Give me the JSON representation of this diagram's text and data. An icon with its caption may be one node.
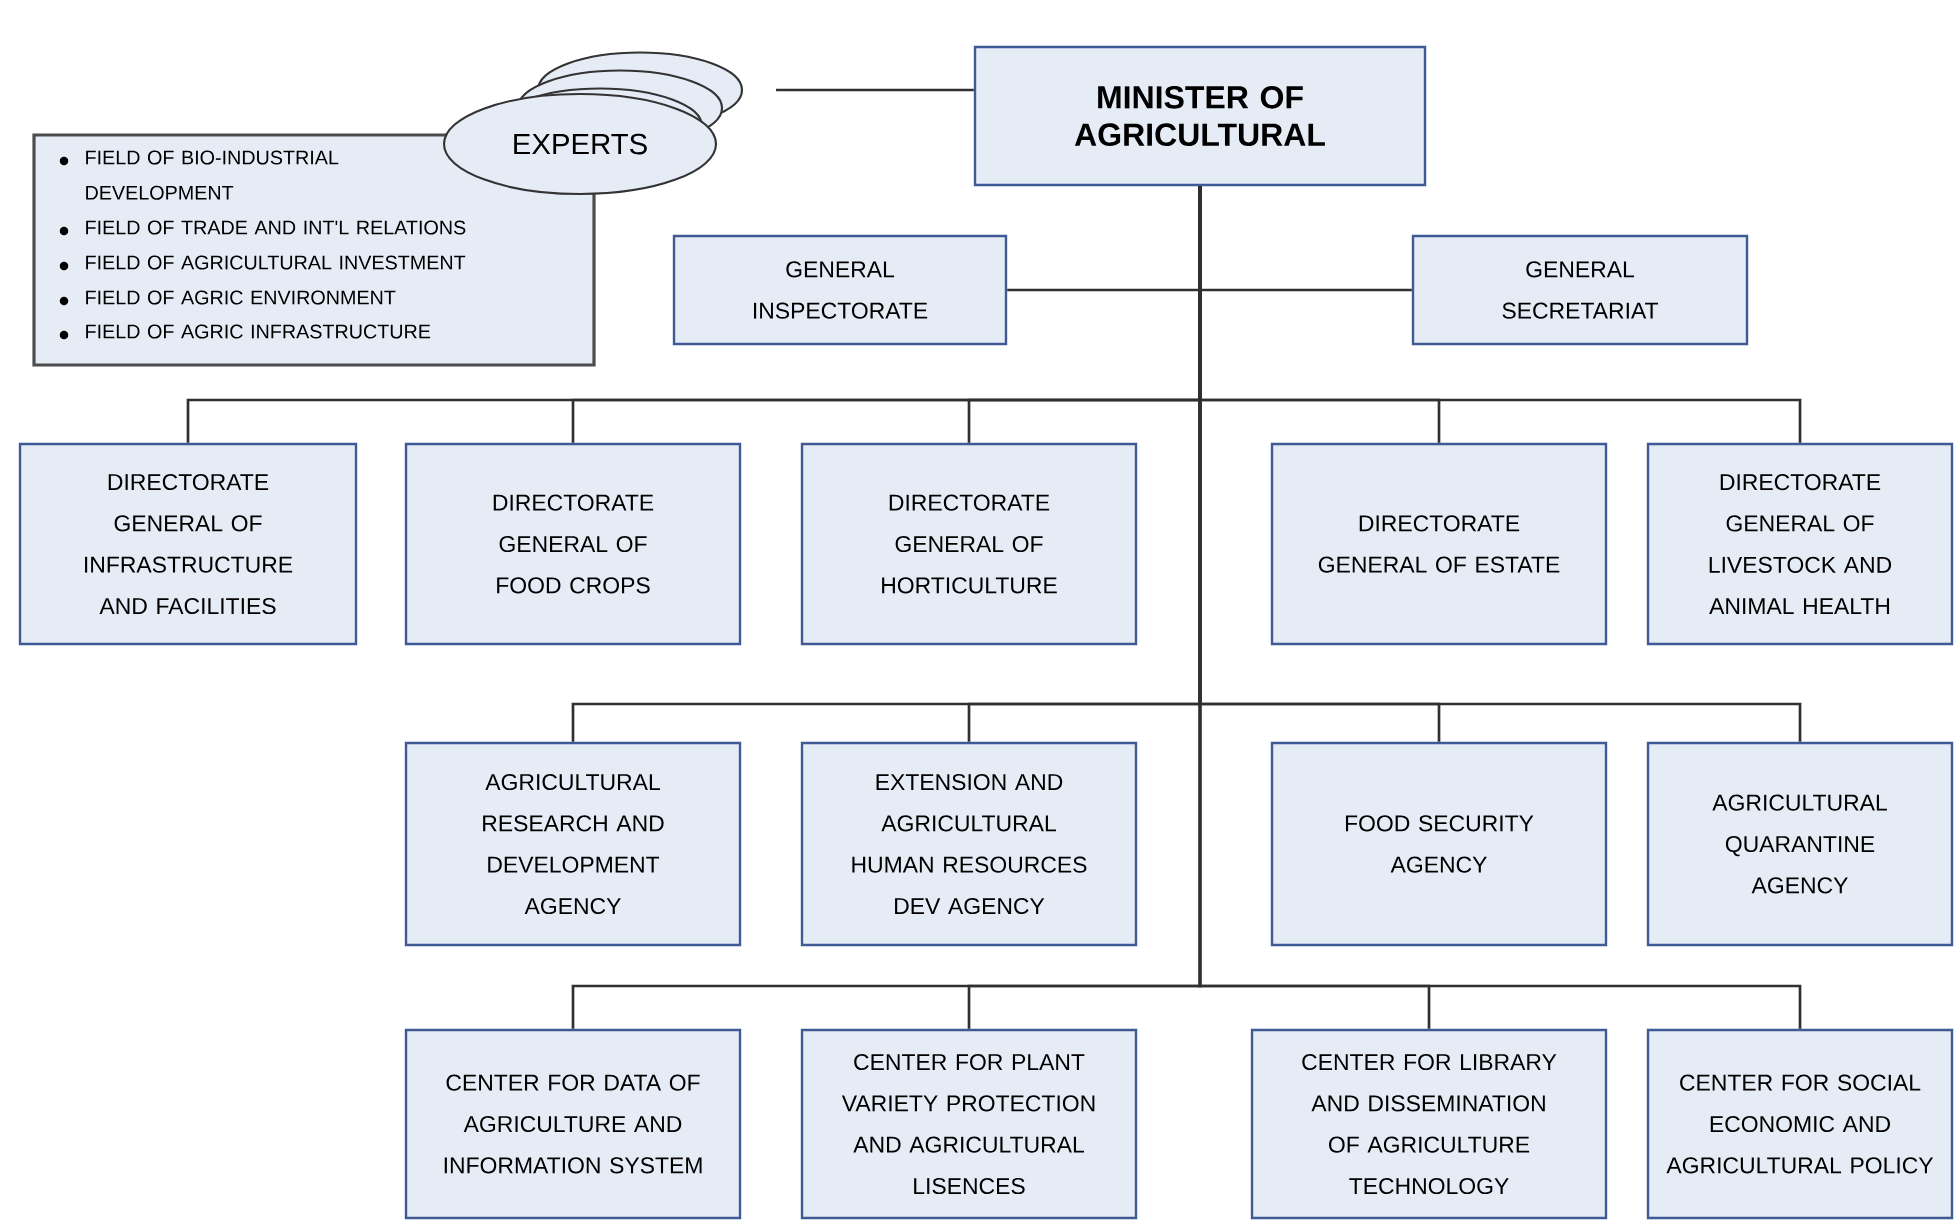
{
  "diagram": {
    "nodes": [
      {
        "text": [
          "MINISTER OF AGRICULTURAL"
        ]
      },
      {
        "text": [
          "EXPERTS"
        ]
      },
      {
        "text": [
          "FIELD OF BIO-INDUSTRIAL DEVELOPMENT",
          "FIELD OF TRADE AND INT'L RELATIONS",
          "FIELD OF AGRICULTURAL INVESTMENT",
          "FIELD OF AGRIC ENVIRONMENT",
          "FIELD OF AGRIC INFRASTRUCTURE"
        ]
      },
      {
        "text": [
          "GENERAL INSPECTORATE"
        ]
      },
      {
        "text": [
          "GENERAL SECRETARIAT"
        ]
      },
      {
        "text": [
          "DIRECTORATE GENERAL OF INFRASTRUCTURE AND FACILITIES"
        ]
      },
      {
        "text": [
          "DIRECTORATE GENERAL OF FOOD CROPS"
        ]
      },
      {
        "text": [
          "DIRECTORATE GENERAL OF HORTICULTURE"
        ]
      },
      {
        "text": [
          "DIRECTORATE GENERAL OF ESTATE"
        ]
      },
      {
        "text": [
          "DIRECTORATE GENERAL OF LIVESTOCK AND ANIMAL HEALTH"
        ]
      },
      {
        "text": [
          "AGRICULTURAL RESEARCH AND DEVELOPMENT AGENCY"
        ]
      },
      {
        "text": [
          "EXTENSION AND AGRICULTURAL HUMAN RESOURCES DEV AGENCY"
        ]
      },
      {
        "text": [
          "FOOD SECURITY AGENCY"
        ]
      },
      {
        "text": [
          "AGRICULTURAL QUARANTINE AGENCY"
        ]
      },
      {
        "text": [
          "CENTER FOR DATA OF AGRICULTURE AND INFORMATION SYSTEM"
        ]
      },
      {
        "text": [
          "CENTER FOR PLANT VARIETY PROTECTION AND AGRICULTURAL LISENCES"
        ]
      },
      {
        "text": [
          "CENTER FOR LIBRARY AND DISSEMINATION OF AGRICULTURE TECHNOLOGY"
        ]
      },
      {
        "text": [
          "CENTER FOR SOCIAL ECONOMIC AND AGRICULTURAL POLICY"
        ]
      }
    ],
    "edges": [
      {
        "from": 1,
        "to": 0,
        "arrow": "none"
      },
      {
        "from": 0,
        "to": 3,
        "arrow": "none"
      },
      {
        "from": 0,
        "to": 4,
        "arrow": "none"
      },
      {
        "from": 0,
        "to": 5,
        "arrow": "none"
      },
      {
        "from": 0,
        "to": 6,
        "arrow": "none"
      },
      {
        "from": 0,
        "to": 7,
        "arrow": "none"
      },
      {
        "from": 0,
        "to": 8,
        "arrow": "none"
      },
      {
        "from": 0,
        "to": 9,
        "arrow": "none"
      },
      {
        "from": 0,
        "to": 10,
        "arrow": "none"
      },
      {
        "from": 0,
        "to": 11,
        "arrow": "none"
      },
      {
        "from": 0,
        "to": 12,
        "arrow": "none"
      },
      {
        "from": 0,
        "to": 13,
        "arrow": "none"
      },
      {
        "from": 0,
        "to": 14,
        "arrow": "none"
      },
      {
        "from": 0,
        "to": 15,
        "arrow": "none"
      },
      {
        "from": 0,
        "to": 16,
        "arrow": "none"
      },
      {
        "from": 0,
        "to": 17,
        "arrow": "none"
      }
    ]
  }
}
